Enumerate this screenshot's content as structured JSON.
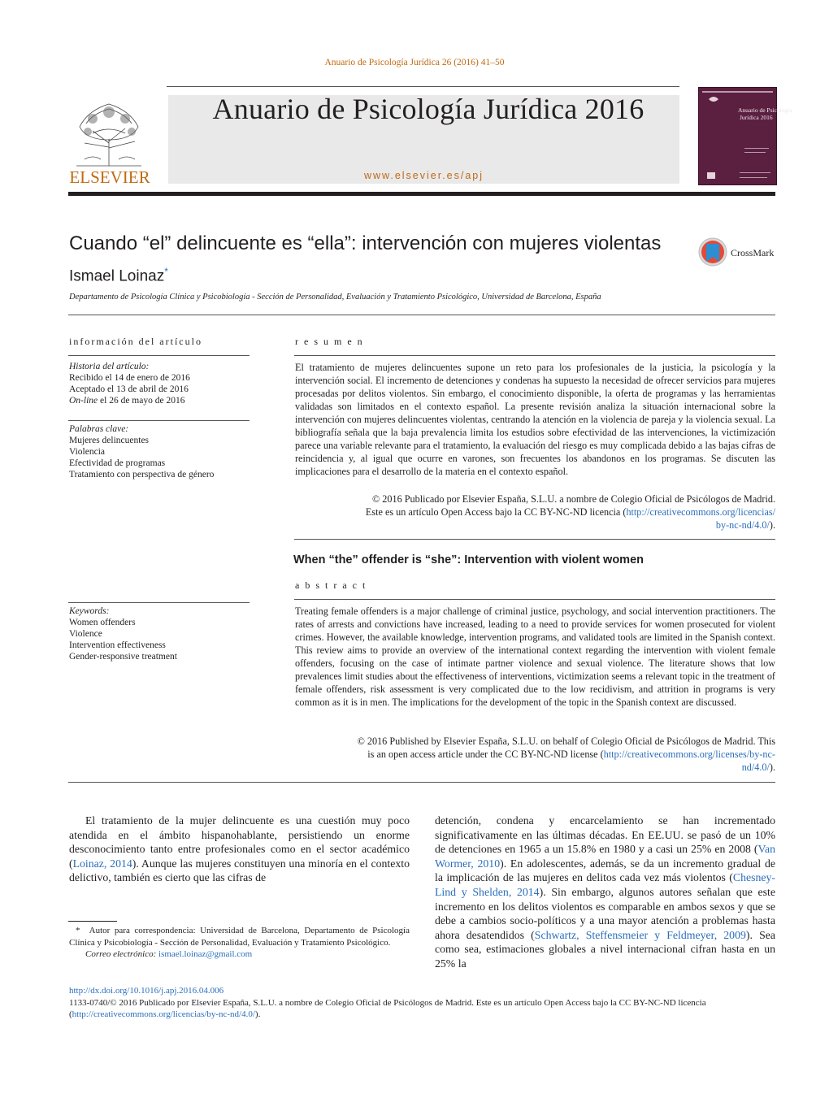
{
  "header": {
    "citation": "Anuario de Psicología Jurídica 26 (2016) 41–50",
    "journal_title": "Anuario de Psicología Jurídica 2016",
    "journal_url": "www.elsevier.es/apj",
    "publisher_logo_text": "ELSEVIER",
    "cover_title": "Anuario de Psicología Jurídica 2016",
    "crossmark_label": "CrossMark"
  },
  "article": {
    "title": "Cuando “el” delincuente es “ella”: intervención con mujeres violentas",
    "author": "Ismael Loinaz",
    "author_mark": "*",
    "affiliation": "Departamento de Psicología Clínica y Psicobiología - Sección de Personalidad, Evaluación y Tratamiento Psicológico, Universidad de Barcelona, España"
  },
  "info": {
    "heading": "información del artículo",
    "history_label": "Historia del artículo:",
    "received": "Recibido el 14 de enero de 2016",
    "accepted": "Aceptado el 13 de abril de 2016",
    "online_prefix": "On-line",
    "online_rest": " el 26 de mayo de 2016",
    "keywords_es_label": "Palabras clave:",
    "keywords_es": [
      "Mujeres delincuentes",
      "Violencia",
      "Efectividad de programas",
      "Tratamiento con perspectiva de género"
    ],
    "keywords_en_label": "Keywords:",
    "keywords_en": [
      "Women offenders",
      "Violence",
      "Intervention effectiveness",
      "Gender-responsive treatment"
    ]
  },
  "resumen": {
    "heading": "r e s u m e n",
    "text": "El tratamiento de mujeres delincuentes supone un reto para los profesionales de la justicia, la psicología y la intervención social. El incremento de detenciones y condenas ha supuesto la necesidad de ofrecer servicios para mujeres procesadas por delitos violentos. Sin embargo, el conocimiento disponible, la oferta de programas y las herramientas validadas son limitados en el contexto español. La presente revisión analiza la situación internacional sobre la intervención con mujeres delincuentes violentas, centrando la atención en la violencia de pareja y la violencia sexual. La bibliografía señala que la baja prevalencia limita los estudios sobre efectividad de las intervenciones, la victimización parece una variable relevante para el tratamiento, la evaluación del riesgo es muy complicada debido a las bajas cifras de reincidencia y, al igual que ocurre en varones, son frecuentes los abandonos en los programas. Se discuten las implicaciones para el desarrollo de la materia en el contexto español.",
    "copyright1": "© 2016 Publicado por Elsevier España, S.L.U. a nombre de Colegio Oficial de Psicólogos de Madrid.",
    "copyright2_pre": "Este es un artículo Open Access bajo la CC BY-NC-ND licencia (",
    "copyright2_link1": "http://creativecommons.org/licencias/",
    "copyright2_link2": "by-nc-nd/4.0/",
    "copyright2_post": ")."
  },
  "english": {
    "title": "When “the” offender is “she”: Intervention with violent women",
    "heading": "a b s t r a c t",
    "text": "Treating female offenders is a major challenge of criminal justice, psychology, and social intervention practitioners. The rates of arrests and convictions have increased, leading to a need to provide services for women prosecuted for violent crimes. However, the available knowledge, intervention programs, and validated tools are limited in the Spanish context. This review aims to provide an overview of the international context regarding the intervention with violent female offenders, focusing on the case of intimate partner violence and sexual violence. The literature shows that low prevalences limit studies about the effectiveness of interventions, victimization seems a relevant topic in the treatment of female offenders, risk assessment is very complicated due to the low recidivism, and attrition in programs is very common as it is in men. The implications for the development of the topic in the Spanish context are discussed.",
    "copyright1": "© 2016 Published by Elsevier España, S.L.U. on behalf of Colegio Oficial de Psicólogos de Madrid. This",
    "copyright2_pre": "is an open access article under the CC BY-NC-ND license (",
    "copyright2_link1": "http://creativecommons.org/licenses/by-nc-",
    "copyright2_link2": "nd/4.0/",
    "copyright2_post": ")."
  },
  "body": {
    "col1_p1_a": "El tratamiento de la mujer delincuente es una cuestión muy poco atendida en el ámbito hispanohablante, persistiendo un enorme desconocimiento tanto entre profesionales como en el sector académico (",
    "col1_ref1": "Loinaz, 2014",
    "col1_p1_b": "). Aunque las mujeres constituyen una minoría en el contexto delictivo, también es cierto que las cifras de",
    "col2_a": "detención, condena y encarcelamiento se han incrementado significativamente en las últimas décadas. En EE.UU. se pasó de un 10% de detenciones en 1965 a un 15.8% en 1980 y a casi un 25% en 2008 (",
    "col2_ref1": "Van Wormer, 2010",
    "col2_b": "). En adolescentes, además, se da un incremento gradual de la implicación de las mujeres en delitos cada vez más violentos (",
    "col2_ref2": "Chesney-Lind y Shelden, 2014",
    "col2_c": "). Sin embargo, algunos autores señalan que este incremento en los delitos violentos es comparable en ambos sexos y que se debe a cambios socio-políticos y a una mayor atención a problemas hasta ahora desatendidos (",
    "col2_ref3": "Schwartz, Steffensmeier y Feldmeyer, 2009",
    "col2_d": "). Sea como sea, estimaciones globales a nivel internacional cifran hasta en un 25% la"
  },
  "footnote": {
    "mark": "*",
    "text": "Autor para correspondencia: Universidad de Barcelona, Departamento de Psicología Clínica y Psicobiología - Sección de Personalidad, Evaluación y Tratamiento Psicológico.",
    "email_label": "Correo electrónico:",
    "email": "ismael.loinaz@gmail.com"
  },
  "bottom": {
    "doi": "http://dx.doi.org/10.1016/j.apj.2016.04.006",
    "line2": "1133-0740/© 2016 Publicado por Elsevier España, S.L.U. a nombre de Colegio Oficial de Psicólogos de Madrid. Este es un artículo Open Access bajo la CC BY-NC-ND licencia",
    "line3_pre": "(",
    "line3_link": "http://creativecommons.org/licencias/by-nc-nd/4.0/",
    "line3_post": ")."
  },
  "colors": {
    "accent_orange": "#c06a12",
    "link_blue": "#2a6ebb",
    "cover": "#5b1f3f"
  }
}
